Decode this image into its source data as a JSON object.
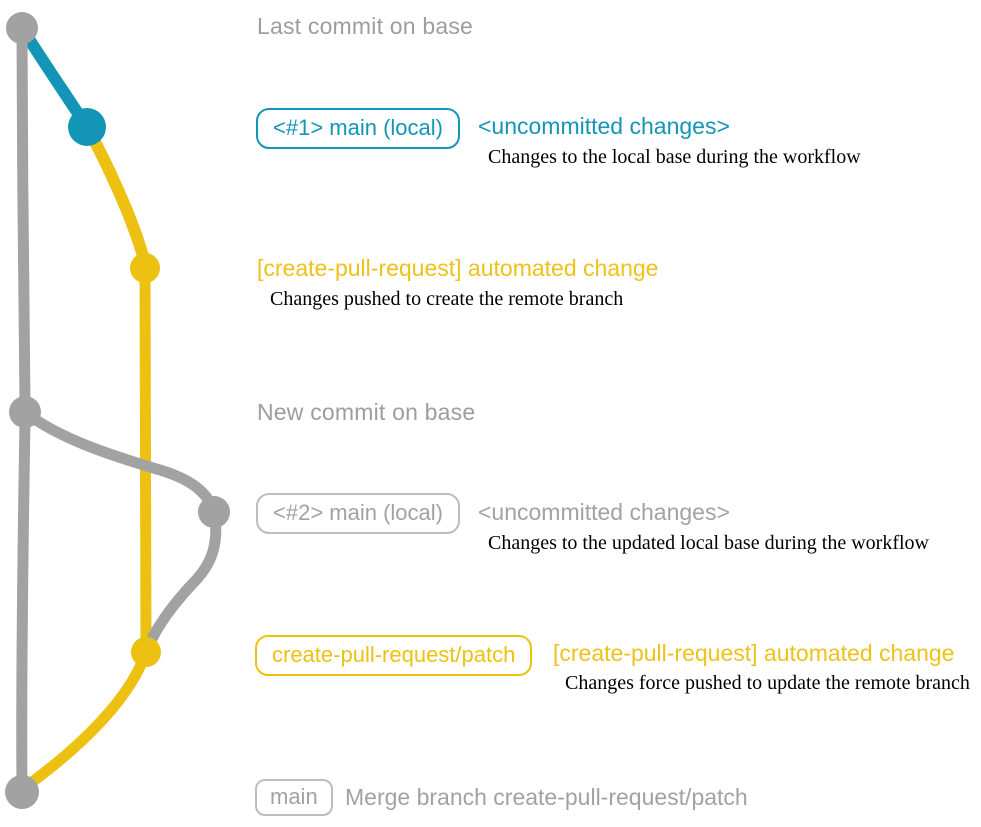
{
  "colors": {
    "gray": "#A2A2A2",
    "teal": "#1295B7",
    "yellow": "#EDC112",
    "description_text": "#000000"
  },
  "milestones": {
    "last_commit": "Last commit on base",
    "new_commit": "New commit on base"
  },
  "workflow_1": {
    "local_main": {
      "badge": "<#1> main (local)",
      "status": "<uncommitted changes>",
      "description": "Changes to the local base during the workflow"
    },
    "automated_change": {
      "title": "[create-pull-request] automated change",
      "description": "Changes pushed to create the remote branch"
    }
  },
  "workflow_2": {
    "local_main": {
      "badge": "<#2> main (local)",
      "status": "<uncommitted changes>",
      "description": "Changes to the updated local base during the workflow"
    },
    "automated_change": {
      "badge": "create-pull-request/patch",
      "title": "[create-pull-request] automated change",
      "description": "Changes force pushed to update the remote branch"
    }
  },
  "merge": {
    "badge": "main",
    "message": "Merge branch create-pull-request/patch"
  }
}
